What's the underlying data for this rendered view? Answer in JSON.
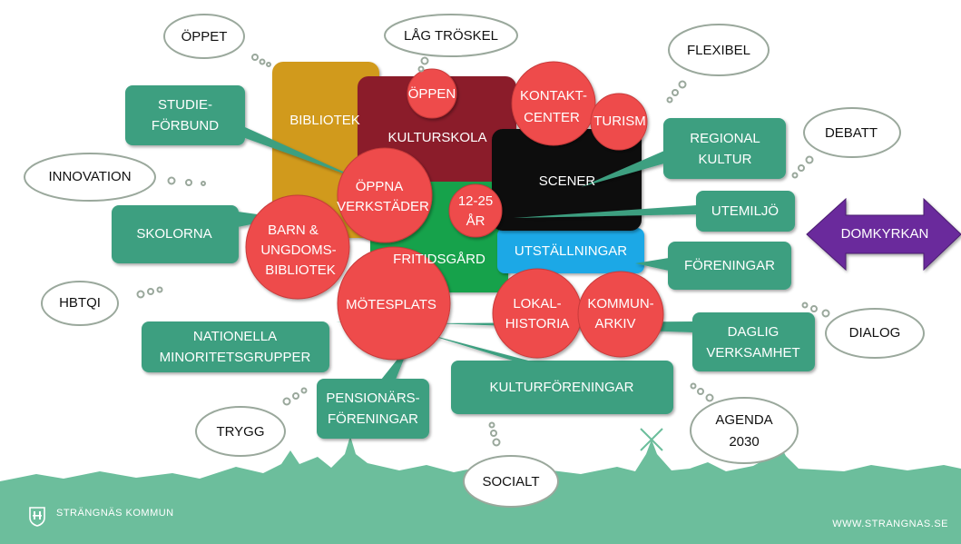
{
  "colors": {
    "green_box": "#3d9f80",
    "red_circle": "#ee4b4b",
    "bibliotek": "#d19a1e",
    "kulturskola": "#8b1e2c",
    "scener": "#0c0c0c",
    "fritidsgard": "#18a24b",
    "utstallningar": "#1ca8e6",
    "domkyrkan": "#6b2c9c",
    "cloud_fill": "#ffffff",
    "cloud_stroke": "#9aa89c",
    "footer": "#6cbe9c"
  },
  "blocks": {
    "bibliotek": "BIBLIOTEK",
    "kulturskola": "KULTURSKOLA",
    "scener": "SCENER",
    "fritidsgard": "FRITIDSGÅRD",
    "utstallningar": "UTSTÄLLNINGAR"
  },
  "circles": {
    "oppen": "ÖPPEN",
    "kontaktcenter": [
      "KONTAKT-",
      "CENTER"
    ],
    "turism": "TURISM",
    "oppna_verkstader": [
      "ÖPPNA",
      "VERKSTÄDER"
    ],
    "ar_12_25": [
      "12-25",
      "ÅR"
    ],
    "barn_ungdoms": [
      "BARN &",
      "UNGDOMS-",
      "BIBLIOTEK"
    ],
    "motesplats": "MÖTESPLATS",
    "lokalhistoria": [
      "LOKAL-",
      "HISTORIA"
    ],
    "kommunarkiv": [
      "KOMMUN-",
      "ARKIV"
    ]
  },
  "boxes": {
    "studieforbund": [
      "STUDIE-",
      "FÖRBUND"
    ],
    "skolorna": "SKOLORNA",
    "regional_kultur": [
      "REGIONAL",
      "KULTUR"
    ],
    "utemiljo": "UTEMILJÖ",
    "foreningar": "FÖRENINGAR",
    "nationella": [
      "NATIONELLA",
      "MINORITETSGRUPPER"
    ],
    "daglig": [
      "DAGLIG",
      "VERKSAMHET"
    ],
    "kulturforeningar": "KULTURFÖRENINGAR",
    "pensionars": [
      "PENSIONÄRS-",
      "FÖRENINGAR"
    ]
  },
  "clouds": {
    "oppet": "ÖPPET",
    "lag_troskel": "LÅG TRÖSKEL",
    "flexibel": "FLEXIBEL",
    "innovation": "INNOVATION",
    "debatt": "DEBATT",
    "hbtqi": "HBTQI",
    "dialog": "DIALOG",
    "trygg": "TRYGG",
    "socialt": "SOCIALT",
    "agenda": [
      "AGENDA",
      "2030"
    ]
  },
  "arrow": "DOMKYRKAN",
  "footer": {
    "logo": "STRÄNGNÄS KOMMUN",
    "site": "WWW.STRANGNAS.SE"
  }
}
